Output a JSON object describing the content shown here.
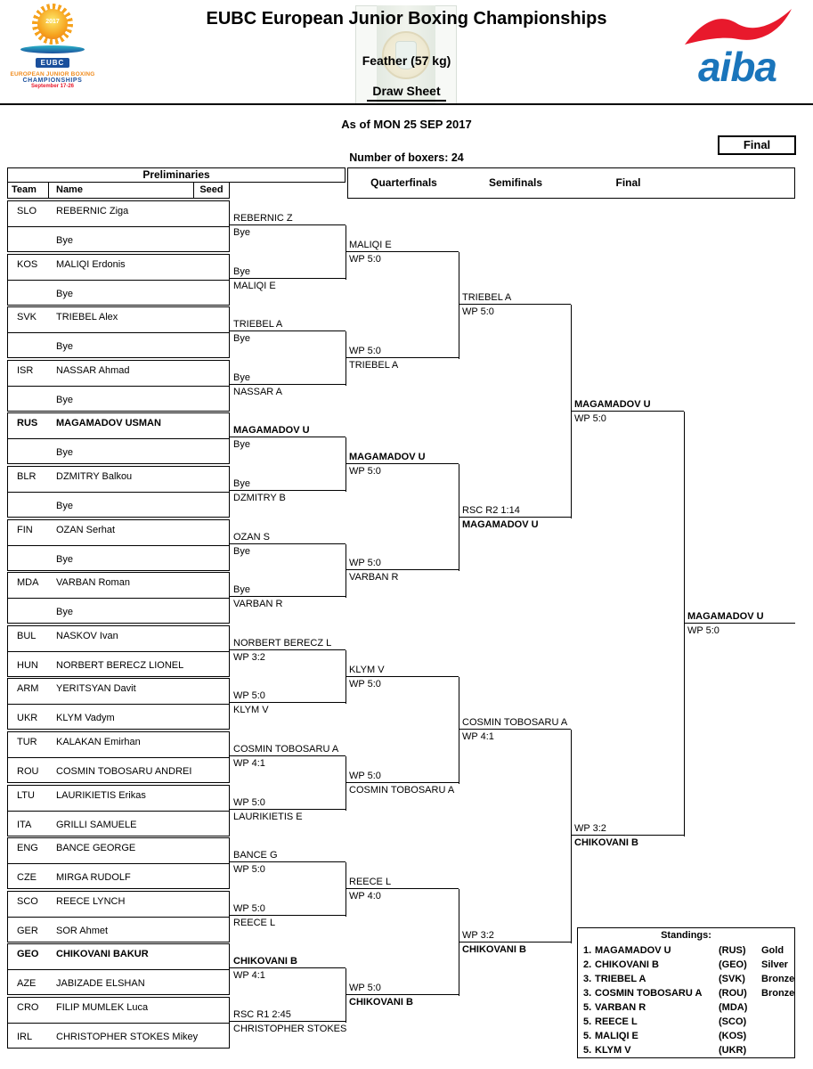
{
  "header": {
    "title": "EUBC European Junior Boxing Championships",
    "weight_class": "Feather (57 kg)",
    "sheet_label": "Draw Sheet",
    "as_of": "As of MON 25 SEP 2017",
    "final_box_label": "Final",
    "boxers_count": "Number of boxers: 24",
    "eubc_logo": {
      "year": "2017",
      "badge": "EUBC",
      "line1": "EUROPEAN JUNIOR BOXING",
      "line2": "CHAMPIONSHIPS",
      "line3": "September 17-26"
    },
    "aiba_text": "aiba"
  },
  "columns": {
    "preliminaries": "Preliminaries",
    "team": "Team",
    "name": "Name",
    "seed": "Seed",
    "quarterfinals": "Quarterfinals",
    "semifinals": "Semifinals",
    "final": "Final"
  },
  "prelims": [
    {
      "team1": "SLO",
      "name1": "REBERNIC Ziga",
      "team2": "",
      "name2": "Bye"
    },
    {
      "team1": "KOS",
      "name1": "MALIQI Erdonis",
      "team2": "",
      "name2": "Bye"
    },
    {
      "team1": "SVK",
      "name1": "TRIEBEL Alex",
      "team2": "",
      "name2": "Bye"
    },
    {
      "team1": "ISR",
      "name1": "NASSAR Ahmad",
      "team2": "",
      "name2": "Bye"
    },
    {
      "team1": "RUS",
      "name1": "MAGAMADOV USMAN",
      "team2": "",
      "name2": "Bye"
    },
    {
      "team1": "BLR",
      "name1": "DZMITRY Balkou",
      "team2": "",
      "name2": "Bye"
    },
    {
      "team1": "FIN",
      "name1": "OZAN Serhat",
      "team2": "",
      "name2": "Bye"
    },
    {
      "team1": "MDA",
      "name1": "VARBAN Roman",
      "team2": "",
      "name2": "Bye"
    },
    {
      "team1": "BUL",
      "name1": "NASKOV Ivan",
      "team2": "HUN",
      "name2": "NORBERT BERECZ LIONEL"
    },
    {
      "team1": "ARM",
      "name1": "YERITSYAN Davit",
      "team2": "UKR",
      "name2": "KLYM Vadym"
    },
    {
      "team1": "TUR",
      "name1": "KALAKAN Emirhan",
      "team2": "ROU",
      "name2": "COSMIN TOBOSARU ANDREI"
    },
    {
      "team1": "LTU",
      "name1": "LAURIKIETIS Erikas",
      "team2": "ITA",
      "name2": "GRILLI SAMUELE"
    },
    {
      "team1": "ENG",
      "name1": "BANCE GEORGE",
      "team2": "CZE",
      "name2": "MIRGA RUDOLF"
    },
    {
      "team1": "SCO",
      "name1": "REECE LYNCH",
      "team2": "GER",
      "name2": "SOR Ahmet"
    },
    {
      "team1": "GEO",
      "name1": "CHIKOVANI BAKUR",
      "team2": "AZE",
      "name2": "JABIZADE ELSHAN"
    },
    {
      "team1": "CRO",
      "name1": "FILIP MUMLEK Luca",
      "team2": "IRL",
      "name2": "CHRISTOPHER STOKES Mikey"
    }
  ],
  "r16": [
    {
      "above": "REBERNIC Z",
      "below": "Bye"
    },
    {
      "above": "Bye",
      "below": "MALIQI E"
    },
    {
      "above": "TRIEBEL A",
      "below": "Bye"
    },
    {
      "above": "Bye",
      "below": "NASSAR A"
    },
    {
      "above": "MAGAMADOV U",
      "below": "Bye"
    },
    {
      "above": "Bye",
      "below": "DZMITRY B"
    },
    {
      "above": "OZAN S",
      "below": "Bye"
    },
    {
      "above": "Bye",
      "below": "VARBAN R"
    },
    {
      "above": "NORBERT BERECZ L",
      "below": "WP 3:2"
    },
    {
      "above": "WP 5:0",
      "below": "KLYM V"
    },
    {
      "above": "COSMIN TOBOSARU A",
      "below": "WP 4:1"
    },
    {
      "above": "WP 5:0",
      "below": "LAURIKIETIS E"
    },
    {
      "above": "BANCE G",
      "below": "WP 5:0"
    },
    {
      "above": "WP 5:0",
      "below": "REECE L"
    },
    {
      "above": "CHIKOVANI B",
      "below": "WP 4:1"
    },
    {
      "above": "RSC R1 2:45",
      "below": "CHRISTOPHER STOKES"
    }
  ],
  "qf": [
    {
      "above": "MALIQI E",
      "below": "WP 5:0"
    },
    {
      "above": "WP 5:0",
      "below": "TRIEBEL A"
    },
    {
      "above": "MAGAMADOV U",
      "below": "WP 5:0"
    },
    {
      "above": "WP 5:0",
      "below": "VARBAN R"
    },
    {
      "above": "KLYM V",
      "below": "WP 5:0"
    },
    {
      "above": "WP 5:0",
      "below": "COSMIN TOBOSARU A"
    },
    {
      "above": "REECE L",
      "below": "WP 4:0"
    },
    {
      "above": "WP 5:0",
      "below": "CHIKOVANI B"
    }
  ],
  "sf": [
    {
      "above": "TRIEBEL A",
      "below": "WP 5:0"
    },
    {
      "above": "RSC R2 1:14",
      "below": "MAGAMADOV U"
    },
    {
      "above": "COSMIN TOBOSARU A",
      "below": "WP 4:1"
    },
    {
      "above": "WP 3:2",
      "below": "CHIKOVANI B"
    }
  ],
  "final": [
    {
      "above": "MAGAMADOV U",
      "below": "WP 5:0"
    },
    {
      "above": "WP 3:2",
      "below": "CHIKOVANI B"
    }
  ],
  "champion": {
    "above": "MAGAMADOV U",
    "below": "WP 5:0"
  },
  "standings": {
    "title": "Standings:",
    "rows": [
      {
        "rank": "1.",
        "name": "MAGAMADOV U",
        "country": "(RUS)",
        "medal": "Gold"
      },
      {
        "rank": "2.",
        "name": "CHIKOVANI B",
        "country": "(GEO)",
        "medal": "Silver"
      },
      {
        "rank": "3.",
        "name": "TRIEBEL A",
        "country": "(SVK)",
        "medal": "Bronze"
      },
      {
        "rank": "3.",
        "name": "COSMIN TOBOSARU A",
        "country": "(ROU)",
        "medal": "Bronze"
      },
      {
        "rank": "5.",
        "name": "VARBAN R",
        "country": "(MDA)",
        "medal": ""
      },
      {
        "rank": "5.",
        "name": "REECE L",
        "country": "(SCO)",
        "medal": ""
      },
      {
        "rank": "5.",
        "name": "MALIQI E",
        "country": "(KOS)",
        "medal": ""
      },
      {
        "rank": "5.",
        "name": "KLYM V",
        "country": "(UKR)",
        "medal": ""
      }
    ]
  },
  "colors": {
    "aiba_blue": "#1a75bb",
    "aiba_red": "#e8192c",
    "eubc_orange": "#f08c1e",
    "eubc_blue": "#1a4f9c",
    "line": "#000000"
  }
}
